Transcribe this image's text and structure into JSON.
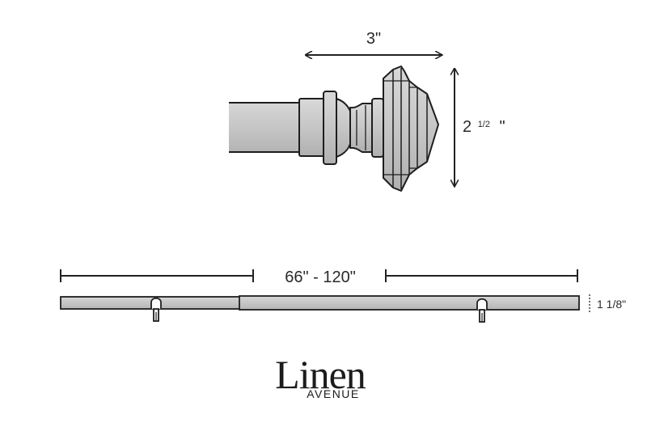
{
  "finial_dimensions": {
    "width_label": "3\"",
    "height_whole": "2",
    "height_fraction": "1/2",
    "height_unit": "\""
  },
  "rod_dimensions": {
    "length_label": "66\" - 120\"",
    "diameter_label": "1 1/8\""
  },
  "brand": {
    "name": "Linen",
    "tagline": "AVENUE"
  }
}
